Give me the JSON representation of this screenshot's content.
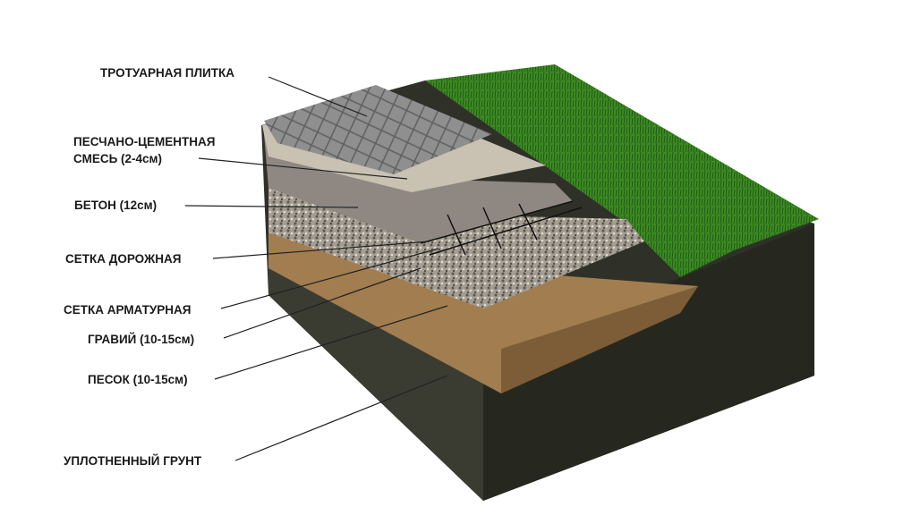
{
  "labels": [
    "ТРОТУАРНАЯ ПЛИТКА",
    "ПЕСЧАНО-ЦЕМЕНТНАЯ",
    "СМЕСЬ (2-4см)",
    "БЕТОН (12см)",
    "СЕТКА ДОРОЖНАЯ",
    "СЕТКА АРМАТУРНАЯ",
    "ГРАВИЙ (10-15см)",
    "ПЕСОК (10-15см)",
    "УПЛОТНЕННЫЙ ГРУНТ"
  ],
  "colors": {
    "soil": "#2f3128",
    "grass": "#3f8a25",
    "sand": "#a27d4f",
    "gravel": "#9a948a",
    "concrete": "#8f8882",
    "mix": "#c9c1b2",
    "tile": "#8d8d8d"
  }
}
